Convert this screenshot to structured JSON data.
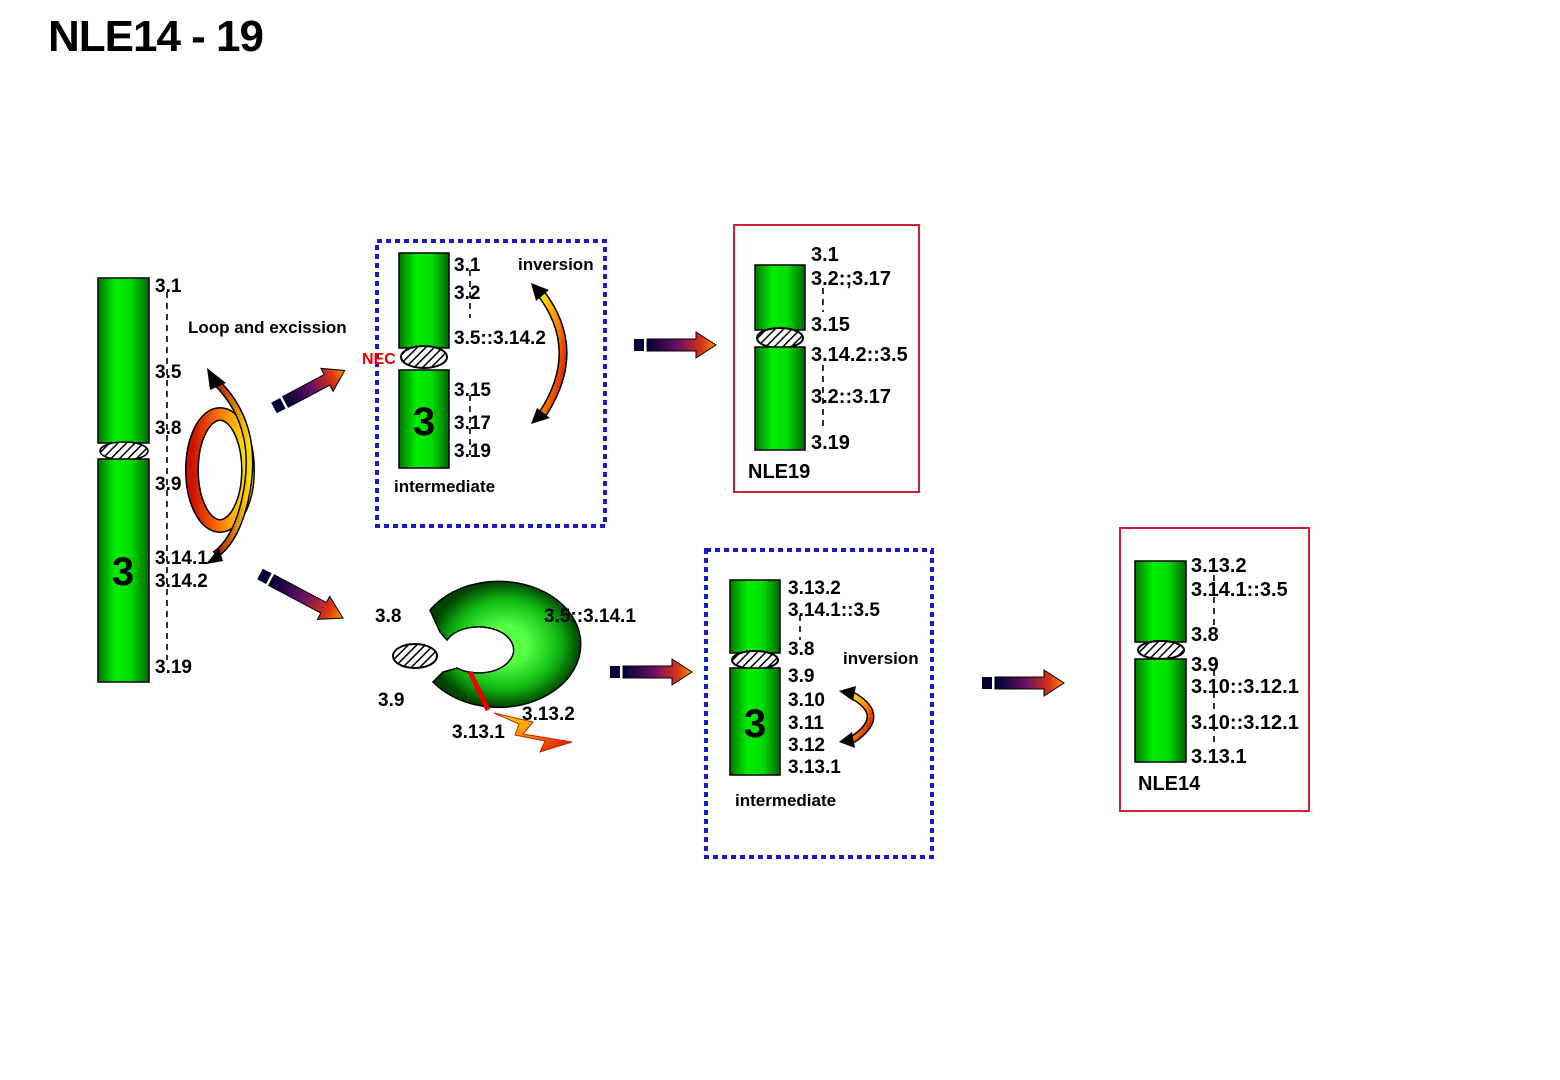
{
  "title": "NLE14 - 19",
  "colors": {
    "chromosome_green": "#00cc00",
    "dotted_box": "#1a1acc",
    "result_box": "#cc2233",
    "nec_red": "#ee0000"
  },
  "original": {
    "chromosome_number": "3",
    "bands": [
      "3.1",
      "3.5",
      "3.8",
      "3.9",
      "3.14.1",
      "3.14.2",
      "3.19"
    ],
    "process_label": "Loop and excission"
  },
  "top_intermediate": {
    "nec_label": "NEC",
    "chromosome_number": "3",
    "bands": [
      "3.1",
      "3.2",
      "3.5::3.14.2",
      "3.15",
      "3.17",
      "3.19"
    ],
    "process_label": "inversion",
    "caption": "intermediate"
  },
  "nle19": {
    "bands": [
      "3.1",
      "3.2:;3.17",
      "3.15",
      "3.14.2::3.5",
      "3.2::3.17",
      "3.19"
    ],
    "caption": "NLE19"
  },
  "ring": {
    "labels": [
      "3.8",
      "3.5::3.14.1",
      "3.9",
      "3.13.2",
      "3.13.1"
    ]
  },
  "bottom_intermediate": {
    "chromosome_number": "3",
    "bands": [
      "3.13.2",
      "3.14.1::3.5",
      "3.8",
      "3.9",
      "3.10",
      "3.11",
      "3.12",
      "3.13.1"
    ],
    "process_label": "inversion",
    "caption": "intermediate"
  },
  "nle14": {
    "bands": [
      "3.13.2",
      "3.14.1::3.5",
      "3.8",
      "3.9",
      "3.10::3.12.1",
      "3.10::3.12.1",
      "3.13.1"
    ],
    "caption": "NLE14"
  }
}
